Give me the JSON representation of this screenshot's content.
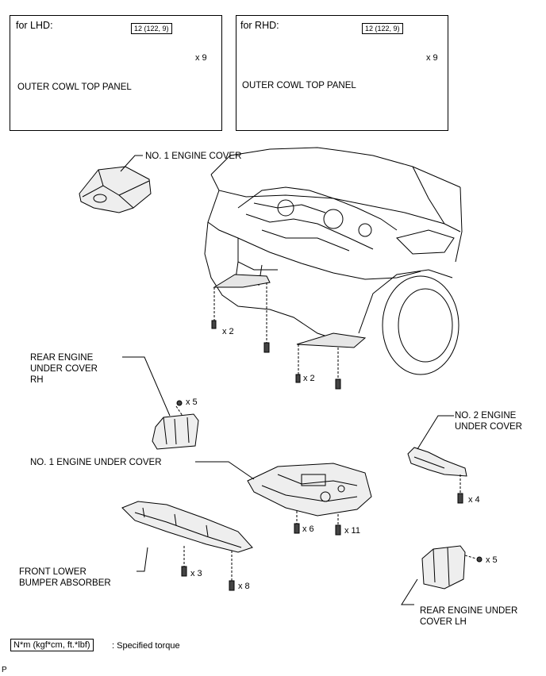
{
  "panels": {
    "lhd": {
      "title": "for LHD:",
      "torque": "12 (122, 9)",
      "qty": "x 9",
      "part": "OUTER COWL TOP PANEL"
    },
    "rhd": {
      "title": "for RHD:",
      "torque": "12 (122, 9)",
      "qty": "x 9",
      "part": "OUTER COWL TOP PANEL"
    }
  },
  "labels": {
    "no1_engine_cover": "NO. 1 ENGINE COVER",
    "rear_engine_under_cover_rh": [
      "REAR ENGINE",
      "UNDER COVER",
      "RH"
    ],
    "no2_engine_under_cover": [
      "NO. 2 ENGINE",
      "UNDER COVER"
    ],
    "no1_engine_under_cover": "NO. 1 ENGINE UNDER COVER",
    "front_lower_bumper_absorber": [
      "FRONT LOWER",
      "BUMPER ABSORBER"
    ],
    "rear_engine_under_cover_lh": [
      "REAR ENGINE UNDER",
      "COVER LH"
    ]
  },
  "quantities": {
    "car_left": "x 2",
    "car_right": "x 2",
    "rear_rh": "x 5",
    "no2": "x 4",
    "no1_left": "x 6",
    "no1_right": "x 11",
    "bumper_left": "x 3",
    "bumper_right": "x 8",
    "rear_lh": "x 5"
  },
  "legend": {
    "box": "N*m (kgf*cm, ft.*lbf)",
    "text": ": Specified torque"
  },
  "corner_mark": "P"
}
